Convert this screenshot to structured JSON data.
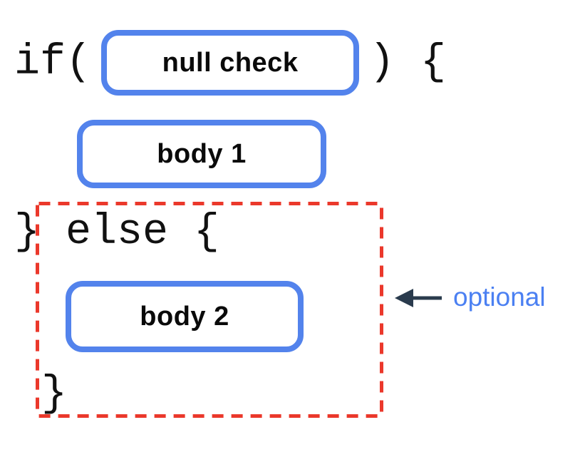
{
  "diagram": {
    "title_semantic": "if-else null check structure diagram",
    "code": {
      "if_open": "if(",
      "close_paren_open_brace": ") {",
      "close_brace_else_open": "} else {",
      "close_brace": "}"
    },
    "boxes": {
      "condition": "null check",
      "body1": "body 1",
      "body2": "body 2"
    },
    "annotation": {
      "label": "optional",
      "arrow_icon": "left-arrow-icon",
      "region": "else branch enclosed in red dashed rectangle"
    },
    "colors": {
      "box_border": "#5383ec",
      "dashed_border": "#eb382b",
      "arrow": "#2a3b4d",
      "annotation_text": "#4b80f2",
      "code_text": "#111111",
      "label_text": "#0a0a0a",
      "background": "#ffffff"
    }
  }
}
